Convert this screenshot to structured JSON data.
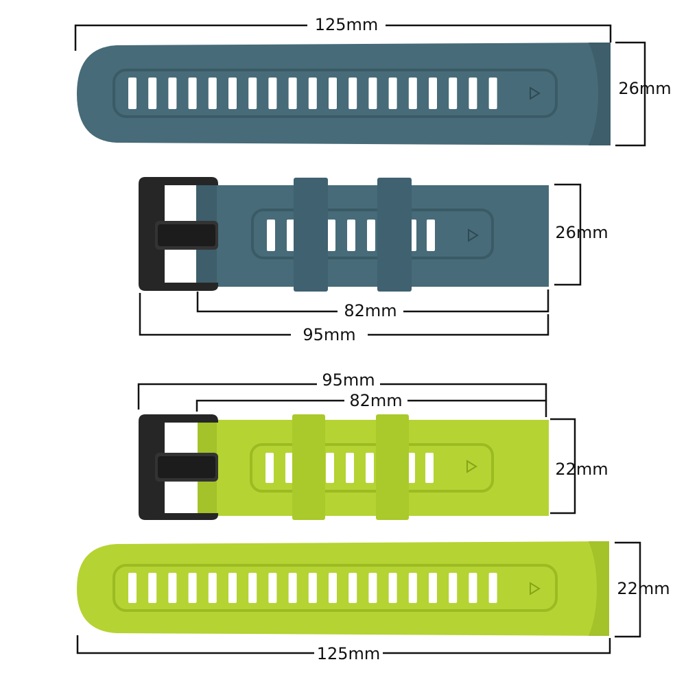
{
  "dimensions": {
    "band1_length": "125mm",
    "band1_width": "26mm",
    "band2_width": "26mm",
    "band2_strap_length": "82mm",
    "band2_total_length": "95mm",
    "band3_total_length": "95mm",
    "band3_strap_length": "82mm",
    "band3_width": "22mm",
    "band4_width": "22mm",
    "band4_length": "125mm"
  },
  "colors": {
    "slate_band": "#476b78",
    "slate_band_dark": "#3a5a66",
    "lime_band": "#b5d332",
    "lime_band_dark": "#9cba22",
    "buckle": "#2a2a2a",
    "line": "#111111"
  },
  "icons": {
    "direction_marker": "triangle-right-icon"
  }
}
